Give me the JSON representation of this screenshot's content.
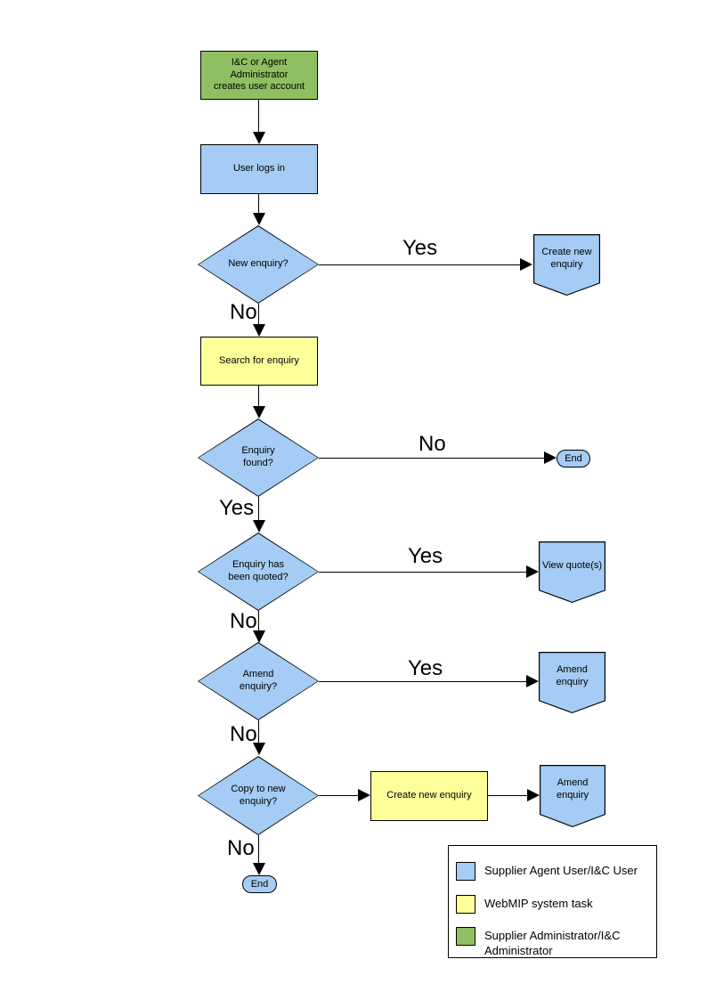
{
  "colors": {
    "user": "#A4CCF4",
    "system": "#FFFF99",
    "admin": "#8FBF60"
  },
  "nodes": {
    "start": {
      "label": "I&C or Agent Administrator\ncreates user account"
    },
    "login": {
      "label": "User logs in"
    },
    "new_enquiry_decision": {
      "label": "New enquiry?"
    },
    "create_new_enquiry_connector": {
      "label": "Create new\nenquiry"
    },
    "search_task": {
      "label": "Search for enquiry"
    },
    "enquiry_found_decision": {
      "label": "Enquiry\nfound?"
    },
    "end_right": {
      "label": "End"
    },
    "enquiry_quoted_decision": {
      "label": "Enquiry has\nbeen quoted?"
    },
    "view_quotes_connector": {
      "label": "View quote(s)"
    },
    "amend_enquiry_decision": {
      "label": "Amend\nenquiry?"
    },
    "amend_enquiry_connector_1": {
      "label": "Amend enquiry"
    },
    "copy_to_new_decision": {
      "label": "Copy to new\nenquiry?"
    },
    "create_new_enquiry_task": {
      "label": "Create new enquiry"
    },
    "amend_enquiry_connector_2": {
      "label": "Amend enquiry"
    },
    "end_bottom": {
      "label": "End"
    }
  },
  "edges": {
    "new_enquiry_yes": "Yes",
    "new_enquiry_no": "No",
    "enquiry_found_no": "No",
    "enquiry_found_yes": "Yes",
    "enquiry_quoted_yes": "Yes",
    "enquiry_quoted_no": "No",
    "amend_enquiry_yes": "Yes",
    "amend_enquiry_no": "No",
    "copy_to_new_no": "No"
  },
  "legend": {
    "items": [
      {
        "label": "Supplier Agent User/I&C User"
      },
      {
        "label": "WebMIP system task"
      },
      {
        "label": "Supplier Administrator/I&C Administrator"
      }
    ]
  }
}
